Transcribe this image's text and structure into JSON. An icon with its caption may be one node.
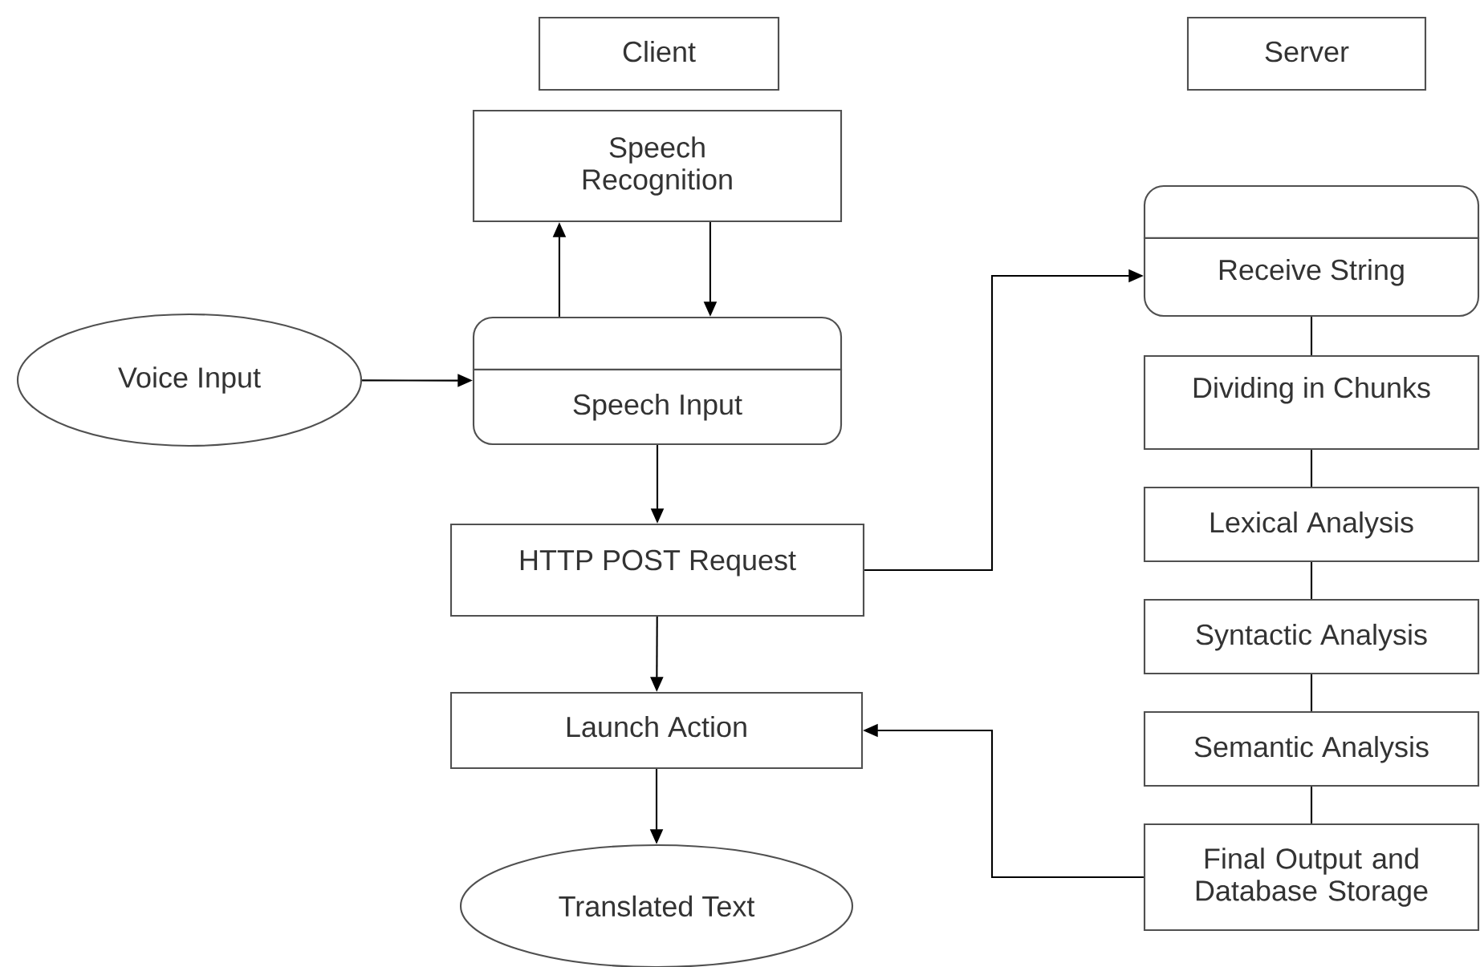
{
  "diagram": {
    "nodes": [
      {
        "text": [
          "Client"
        ]
      },
      {
        "text": [
          "Server"
        ]
      },
      {
        "text": [
          "Speech Recognition"
        ]
      },
      {
        "text": [
          "Voice Input"
        ]
      },
      {
        "text": [
          "Speech Input"
        ]
      },
      {
        "text": [
          "HTTP POST Request"
        ]
      },
      {
        "text": [
          "Launch Action"
        ]
      },
      {
        "text": [
          "Translated Text"
        ]
      },
      {
        "text": [
          "Receive String"
        ]
      },
      {
        "text": [
          "Dividing in Chunks"
        ]
      },
      {
        "text": [
          "Lexical Analysis"
        ]
      },
      {
        "text": [
          "Syntactic Analysis"
        ]
      },
      {
        "text": [
          "Semantic Analysis"
        ]
      },
      {
        "text": [
          "Final Output and Database Storage"
        ]
      }
    ],
    "edges": [
      {
        "from": 4,
        "to": 2,
        "arrow": "to"
      },
      {
        "from": 2,
        "to": 4,
        "arrow": "to"
      },
      {
        "from": 3,
        "to": 4,
        "arrow": "to"
      },
      {
        "from": 4,
        "to": 5,
        "arrow": "to"
      },
      {
        "from": 5,
        "to": 8,
        "arrow": "to"
      },
      {
        "from": 5,
        "to": 6,
        "arrow": "to"
      },
      {
        "from": 6,
        "to": 7,
        "arrow": "to"
      },
      {
        "from": 13,
        "to": 6,
        "arrow": "to"
      },
      {
        "from": 8,
        "to": 9,
        "arrow": "none"
      },
      {
        "from": 9,
        "to": 10,
        "arrow": "none"
      },
      {
        "from": 10,
        "to": 11,
        "arrow": "none"
      },
      {
        "from": 11,
        "to": 12,
        "arrow": "none"
      },
      {
        "from": 12,
        "to": 13,
        "arrow": "none"
      }
    ]
  }
}
